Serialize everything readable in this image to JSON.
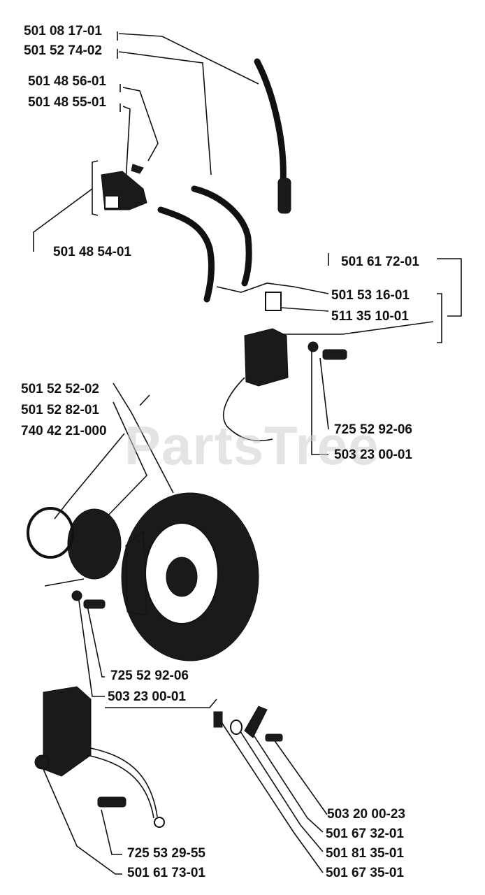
{
  "watermark": "PartsTree",
  "labels": [
    {
      "id": "501-08-17-01",
      "text": "501 08 17-01"
    },
    {
      "id": "501-52-74-02",
      "text": "501 52 74-02"
    },
    {
      "id": "501-48-56-01",
      "text": "501 48 56-01"
    },
    {
      "id": "501-48-55-01",
      "text": "501 48 55-01"
    },
    {
      "id": "501-48-54-01",
      "text": "501 48 54-01"
    },
    {
      "id": "501-61-72-01",
      "text": "501 61 72-01"
    },
    {
      "id": "501-53-16-01",
      "text": "501 53 16-01"
    },
    {
      "id": "511-35-10-01",
      "text": "511 35 10-01"
    },
    {
      "id": "501-52-52-02",
      "text": "501 52 52-02"
    },
    {
      "id": "501-52-82-01",
      "text": "501 52 82-01"
    },
    {
      "id": "740-42-21-000",
      "text": "740 42 21-000"
    },
    {
      "id": "725-52-92-06-a",
      "text": "725 52 92-06"
    },
    {
      "id": "503-23-00-01-a",
      "text": "503 23 00-01"
    },
    {
      "id": "725-52-92-06-b",
      "text": "725 52 92-06"
    },
    {
      "id": "503-23-00-01-b",
      "text": "503 23 00-01"
    },
    {
      "id": "503-20-00-23",
      "text": "503 20 00-23"
    },
    {
      "id": "501-67-32-01",
      "text": "501 67 32-01"
    },
    {
      "id": "501-81-35-01",
      "text": "501 81 35-01"
    },
    {
      "id": "725-53-29-55",
      "text": "725 53 29-55"
    },
    {
      "id": "501-67-35-01",
      "text": "501 67 35-01"
    },
    {
      "id": "501-61-73-01",
      "text": "501 61 73-01"
    }
  ]
}
